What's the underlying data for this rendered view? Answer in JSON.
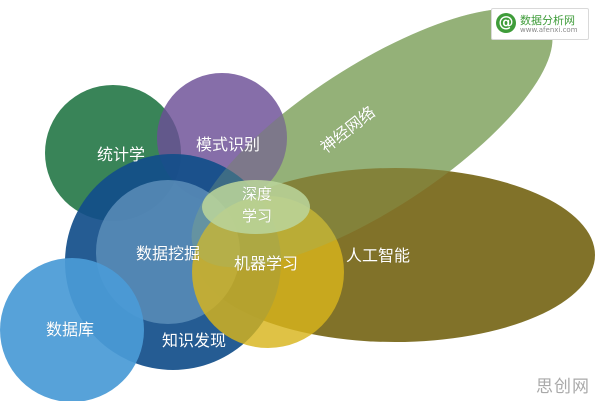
{
  "diagram": {
    "labels": {
      "statistics": "统计学",
      "pattern_recognition": "模式识别",
      "neural_networks": "神经网络",
      "deep_learning": "深度\n学习",
      "data_mining": "数据挖掘",
      "machine_learning": "机器学习",
      "artificial_intelligence": "人工智能",
      "database": "数据库",
      "knowledge_discovery": "知识发现"
    },
    "colors": {
      "statistics": "#2e7d4f",
      "pattern_recognition": "#6b4e96",
      "neural_networks": "#7a9d5a",
      "artificial_intelligence": "#7a6a1e",
      "knowledge_discovery": "#124e8a",
      "data_mining": "#4c7fa8",
      "machine_learning": "#d4b01e",
      "deep_learning": "#b9d49a",
      "database": "#4a9bd6"
    }
  },
  "watermarks": {
    "logo_glyph": "@",
    "logo_name": "数据分析网",
    "logo_url": "www.afenxi.com",
    "bottom_text": "思创网"
  }
}
